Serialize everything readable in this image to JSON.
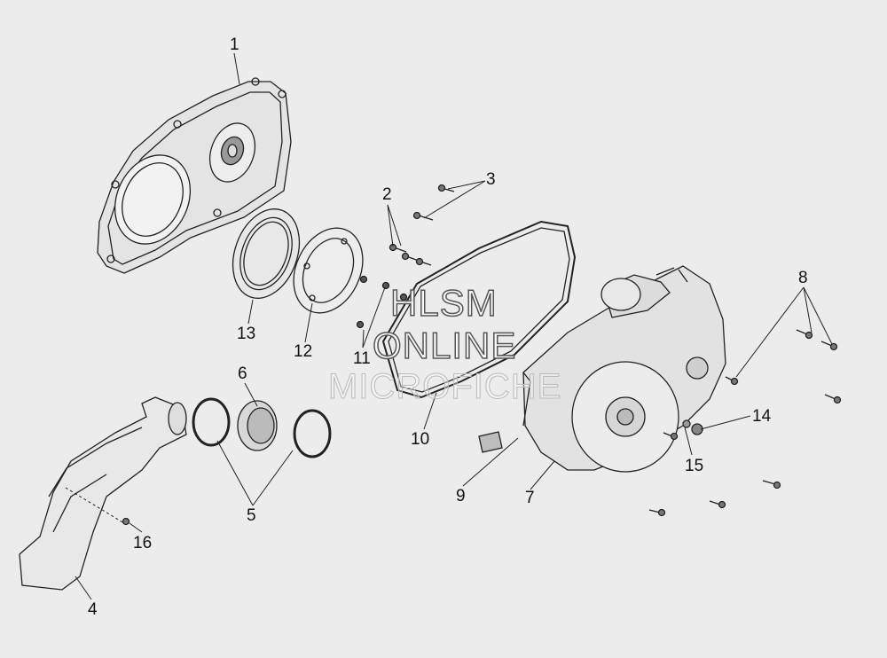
{
  "diagram": {
    "callouts": [
      {
        "id": "c1",
        "label": "1"
      },
      {
        "id": "c2",
        "label": "2"
      },
      {
        "id": "c3",
        "label": "3"
      },
      {
        "id": "c4",
        "label": "4"
      },
      {
        "id": "c5",
        "label": "5"
      },
      {
        "id": "c6",
        "label": "6"
      },
      {
        "id": "c7",
        "label": "7"
      },
      {
        "id": "c8",
        "label": "8"
      },
      {
        "id": "c9",
        "label": "9"
      },
      {
        "id": "c10",
        "label": "10"
      },
      {
        "id": "c11",
        "label": "11"
      },
      {
        "id": "c12",
        "label": "12"
      },
      {
        "id": "c13",
        "label": "13"
      },
      {
        "id": "c14",
        "label": "14"
      },
      {
        "id": "c15",
        "label": "15"
      },
      {
        "id": "c16",
        "label": "16"
      }
    ]
  },
  "watermark": {
    "line1": "HLSM",
    "line2": "ONLINE",
    "line3": "MICROFICHE"
  },
  "colors": {
    "background": "#ececec",
    "line": "#222222",
    "fill": "#e6e6e6"
  }
}
